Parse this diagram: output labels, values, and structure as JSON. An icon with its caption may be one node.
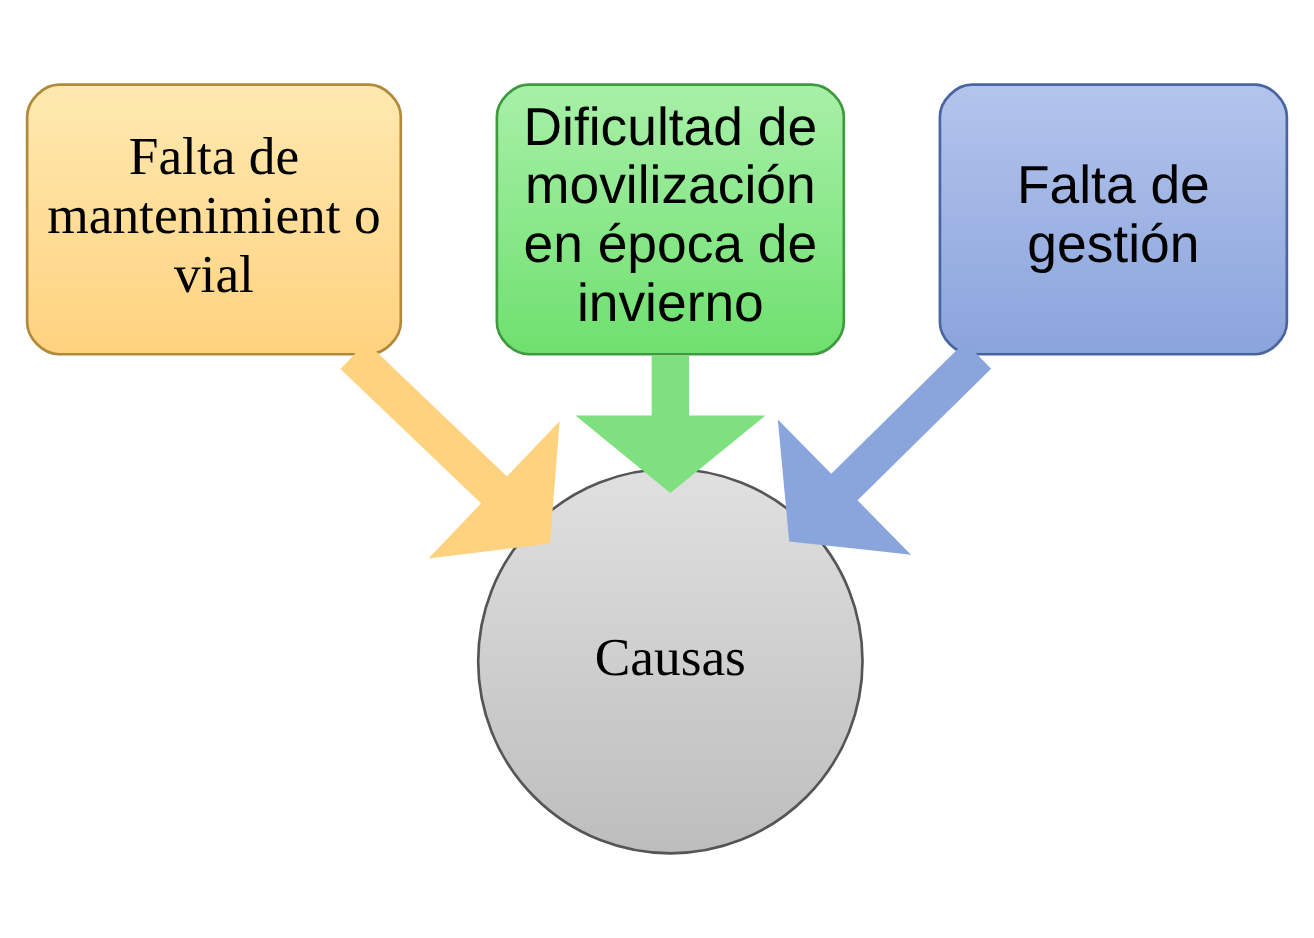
{
  "diagram": {
    "nodes": [
      {
        "text": [
          "Falta de mantenimient o vial"
        ]
      },
      {
        "text": [
          "Dificultad de movilización en época de invierno"
        ]
      },
      {
        "text": [
          "Falta de gestión"
        ]
      },
      {
        "text": [
          "Causas"
        ]
      }
    ],
    "edges": [
      {
        "from": 0,
        "to": 3,
        "arrow": "to",
        "color": "#ffd27f"
      },
      {
        "from": 1,
        "to": 3,
        "arrow": "to",
        "color": "#7ee07e"
      },
      {
        "from": 2,
        "to": 3,
        "arrow": "to",
        "color": "#8aa4dc"
      }
    ]
  }
}
